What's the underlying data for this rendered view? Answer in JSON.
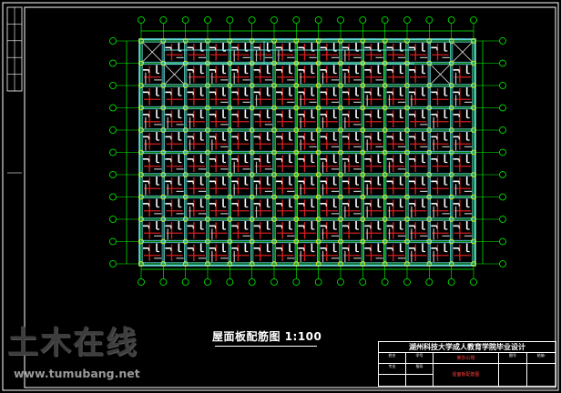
{
  "drawing": {
    "plan_title": "屋面板配筋图 1:100",
    "background_color": "#000000",
    "colors": {
      "frame": "#ffffff",
      "grid_line": "#00ff00",
      "axis_bubble": "#ffff00",
      "beam": "#5fd7d7",
      "bottom_rebar": "#d01f1f",
      "top_rebar": "#ffffff",
      "support_rebar": "#bfbfbf"
    },
    "grid": {
      "columns": 16,
      "rows": 11
    }
  },
  "title_block": {
    "school": "湖州科技大学成人教育学院毕业设计",
    "project": "某办公楼",
    "drawing_name": "屋面板配筋图",
    "cells": [
      "姓名",
      "学号",
      "专业",
      "指导",
      "图号",
      "结施-"
    ]
  },
  "watermark": {
    "logo": "土木在线",
    "url": "www.tumubang.net"
  }
}
